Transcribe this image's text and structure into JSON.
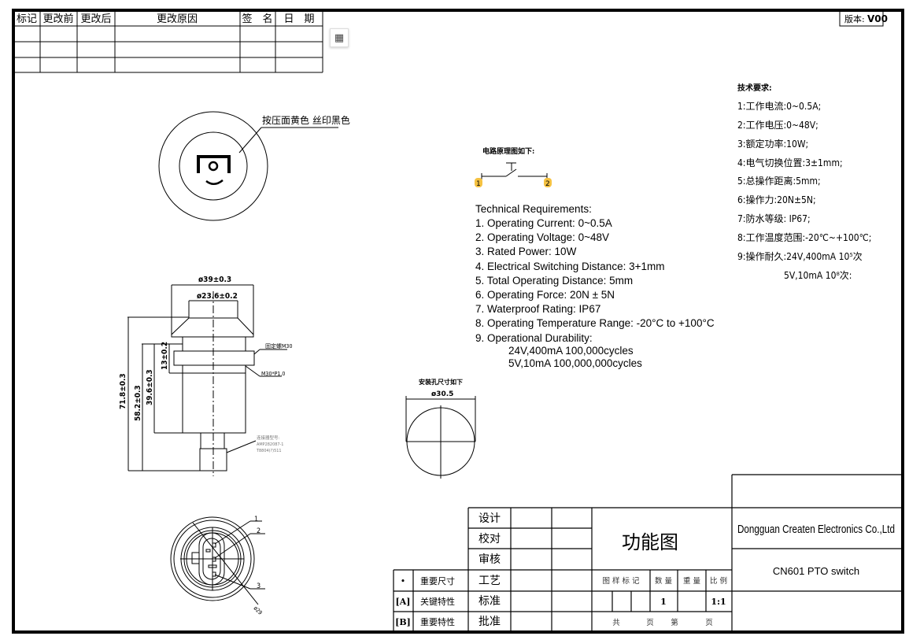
{
  "revision_table": {
    "headers": [
      "标记",
      "更改前",
      "更改后",
      "更改原因",
      "签　名",
      "日　期"
    ],
    "rows": [
      [
        "",
        "",
        "",
        "",
        "",
        ""
      ],
      [
        "",
        "",
        "",
        "",
        "",
        ""
      ],
      [
        "",
        "",
        "",
        "",
        "",
        ""
      ]
    ]
  },
  "version": {
    "label": "版本:",
    "value": "V00"
  },
  "toolbar": {
    "snapshot_icon": "grid-frame-icon"
  },
  "top_view": {
    "callout": "按压面黄色 丝印黑色"
  },
  "side_view": {
    "dim_outer_dia": "ø39±0.3",
    "dim_inner_dia": "ø23.6±0.2",
    "dim_total_height": "71.8±0.3",
    "dim_body_height": "58.2±0.3",
    "dim_thread_height": "39.6±0.3",
    "dim_nut_height": "13±0.2",
    "nut_label": "固定螺M30",
    "thread_label": "M30*P1.0",
    "connector_note": [
      "连接器型号:",
      "AMP282087-1",
      "T8804(?)511"
    ]
  },
  "bottom_view": {
    "pins": [
      "1",
      "2",
      "3"
    ],
    "dia": "ø29"
  },
  "circuit": {
    "title": "电路原理图如下:",
    "pin1": "1",
    "pin2": "2",
    "pin_color": "#f5c242"
  },
  "mount_hole": {
    "title": "安装孔尺寸如下",
    "dia": "ø30.5"
  },
  "tech_req_en": {
    "title": "Technical Requirements:",
    "items": [
      "1. Operating Current: 0~0.5A",
      "2. Operating Voltage: 0~48V",
      "3. Rated Power: 10W",
      "4. Electrical Switching Distance: 3+1mm",
      "5. Total Operating Distance: 5mm",
      "6. Operating Force: 20N ± 5N",
      "7. Waterproof Rating: IP67",
      "8. Operating Temperature Range: -20°C to +100°C",
      "9. Operational Durability:",
      "24V,400mA 100,000cycles",
      "5V,10mA 100,000,000cycles"
    ]
  },
  "tech_req_cn": {
    "title": "技术要求:",
    "items": [
      "1:工作电流:0~0.5A;",
      "2:工作电压:0~48V;",
      "3:额定功率:10W;",
      "4:电气切换位置:3±1mm;",
      "5:总操作距离:5mm;",
      "6:操作力:20N±5N;",
      "7:防水等级: IP67;",
      "8:工作温度范围:-20℃~+100℃;",
      "9:操作耐久:24V,400mA 10⁵次",
      "5V,10mA 10⁸次:"
    ]
  },
  "title_block": {
    "roles": [
      "设计",
      "校对",
      "审核",
      "工艺",
      "标准",
      "批准"
    ],
    "legend": [
      {
        "symbol": "•",
        "label": "重要尺寸"
      },
      {
        "symbol": "[A]",
        "label": "关键特性"
      },
      {
        "symbol": "[B]",
        "label": "重要特性"
      }
    ],
    "drawing_title": "功能图",
    "col_headers": [
      "图 样 标 记",
      "数 量",
      "重 量",
      "比 例"
    ],
    "quantity": "1",
    "scale": "1:1",
    "pages": [
      "共",
      "页",
      "第",
      "页"
    ],
    "company": "Dongguan Createn Electronics Co.,Ltd",
    "product": "CN601 PTO switch"
  }
}
